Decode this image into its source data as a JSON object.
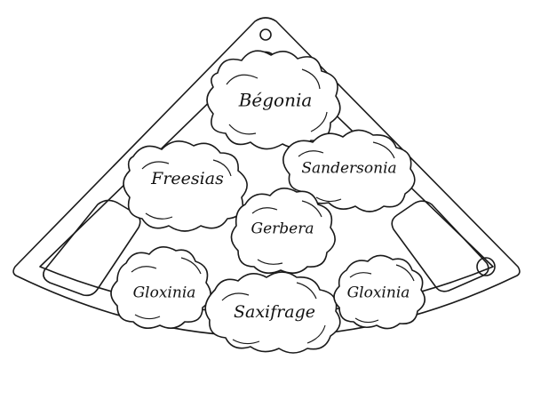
{
  "colors": {
    "ink": "#1a1a1a",
    "paper": "#ffffff"
  },
  "labels": {
    "begonia": "Bégonia",
    "freesias": "Freesias",
    "sandersonia": "Sandersonia",
    "gerbera": "Gerbera",
    "gloxinia_left": "Gloxinia",
    "saxifrage": "Saxifrage",
    "gloxinia_right": "Gloxinia"
  }
}
